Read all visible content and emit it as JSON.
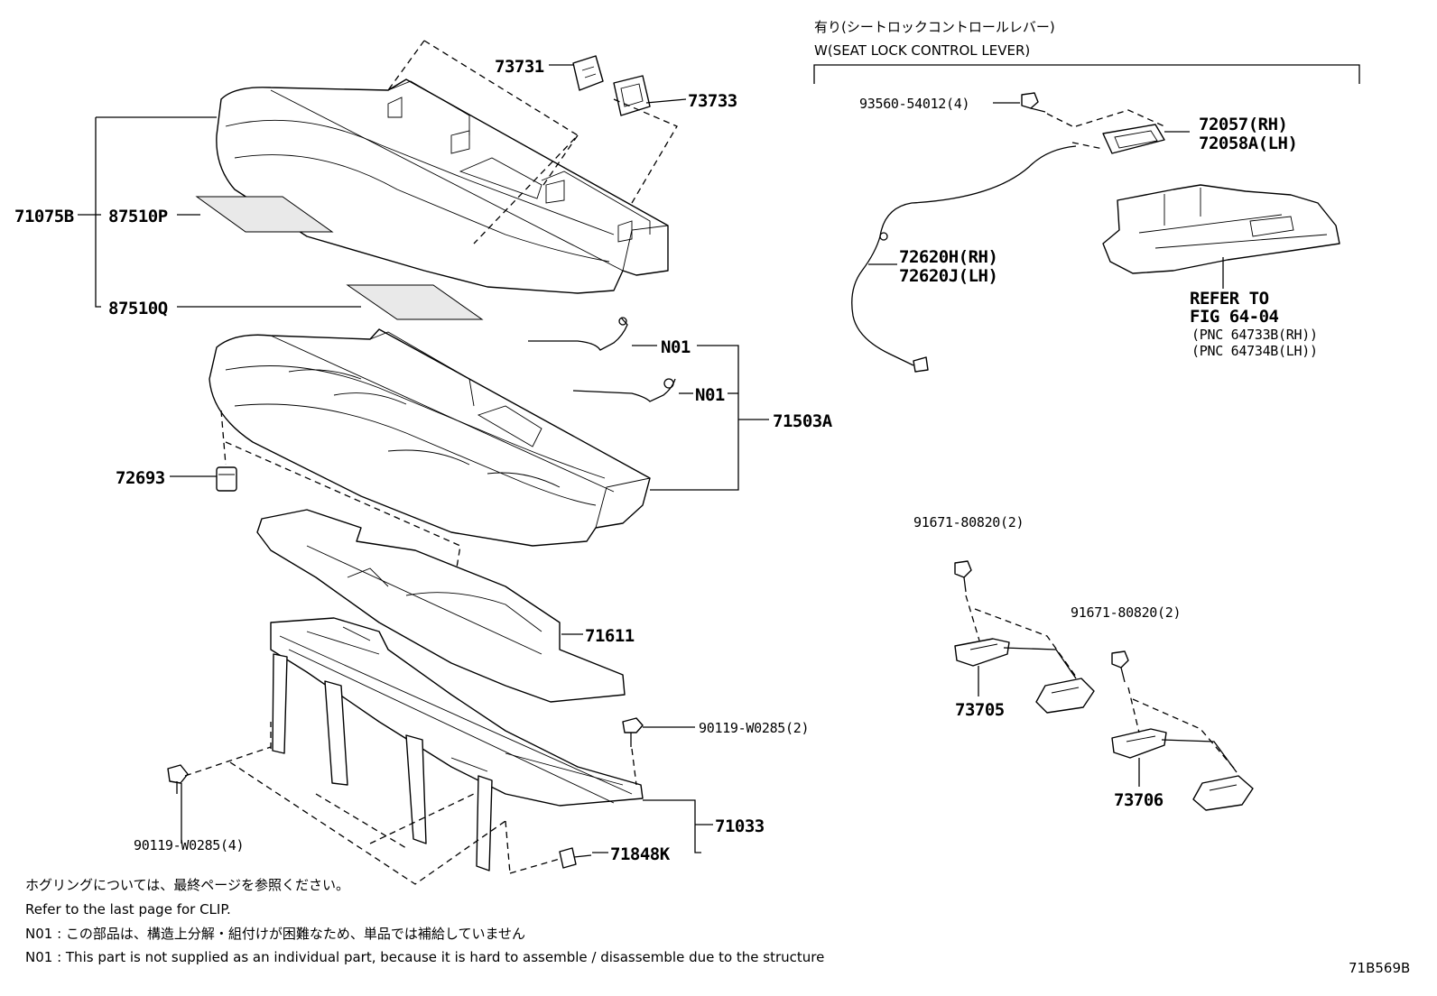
{
  "header": {
    "jp": "有り(シートロックコントロールレバー)",
    "en": "W(SEAT LOCK CONTROL LEVER)"
  },
  "labels": {
    "p73731": "73731",
    "p73733": "73733",
    "p71075B": "71075B",
    "p87510P": "87510P",
    "p87510Q": "87510Q",
    "n01a": "N01",
    "n01b": "N01",
    "p71503A": "71503A",
    "p72693": "72693",
    "p71611": "71611",
    "p90119_2": "90119-W0285(2)",
    "p90119_4": "90119-W0285(4)",
    "p71033": "71033",
    "p71848K": "71848K",
    "p93560": "93560-54012(4)",
    "p72057": "72057(RH)",
    "p72058A": "72058A(LH)",
    "p72620H": "72620H(RH)",
    "p72620J": "72620J(LH)",
    "refer1": "REFER TO",
    "refer2": "FIG 64-04",
    "pnc1": "(PNC 64733B(RH))",
    "pnc2": "(PNC 64734B(LH))",
    "p91671a": "91671-80820(2)",
    "p91671b": "91671-80820(2)",
    "p73705": "73705",
    "p73706": "73706"
  },
  "notes": {
    "clip_jp": "ホグリングについては、最終ページを参照ください。",
    "clip_en": "Refer to the last page for CLIP.",
    "n01_jp": "N01 : この部品は、構造上分解・組付けが困難なため、単品では補給していません",
    "n01_en": "N01 : This part is not supplied as an individual part, because it is hard to assemble / disassemble due to the structure"
  },
  "figure_id": "71B569B"
}
